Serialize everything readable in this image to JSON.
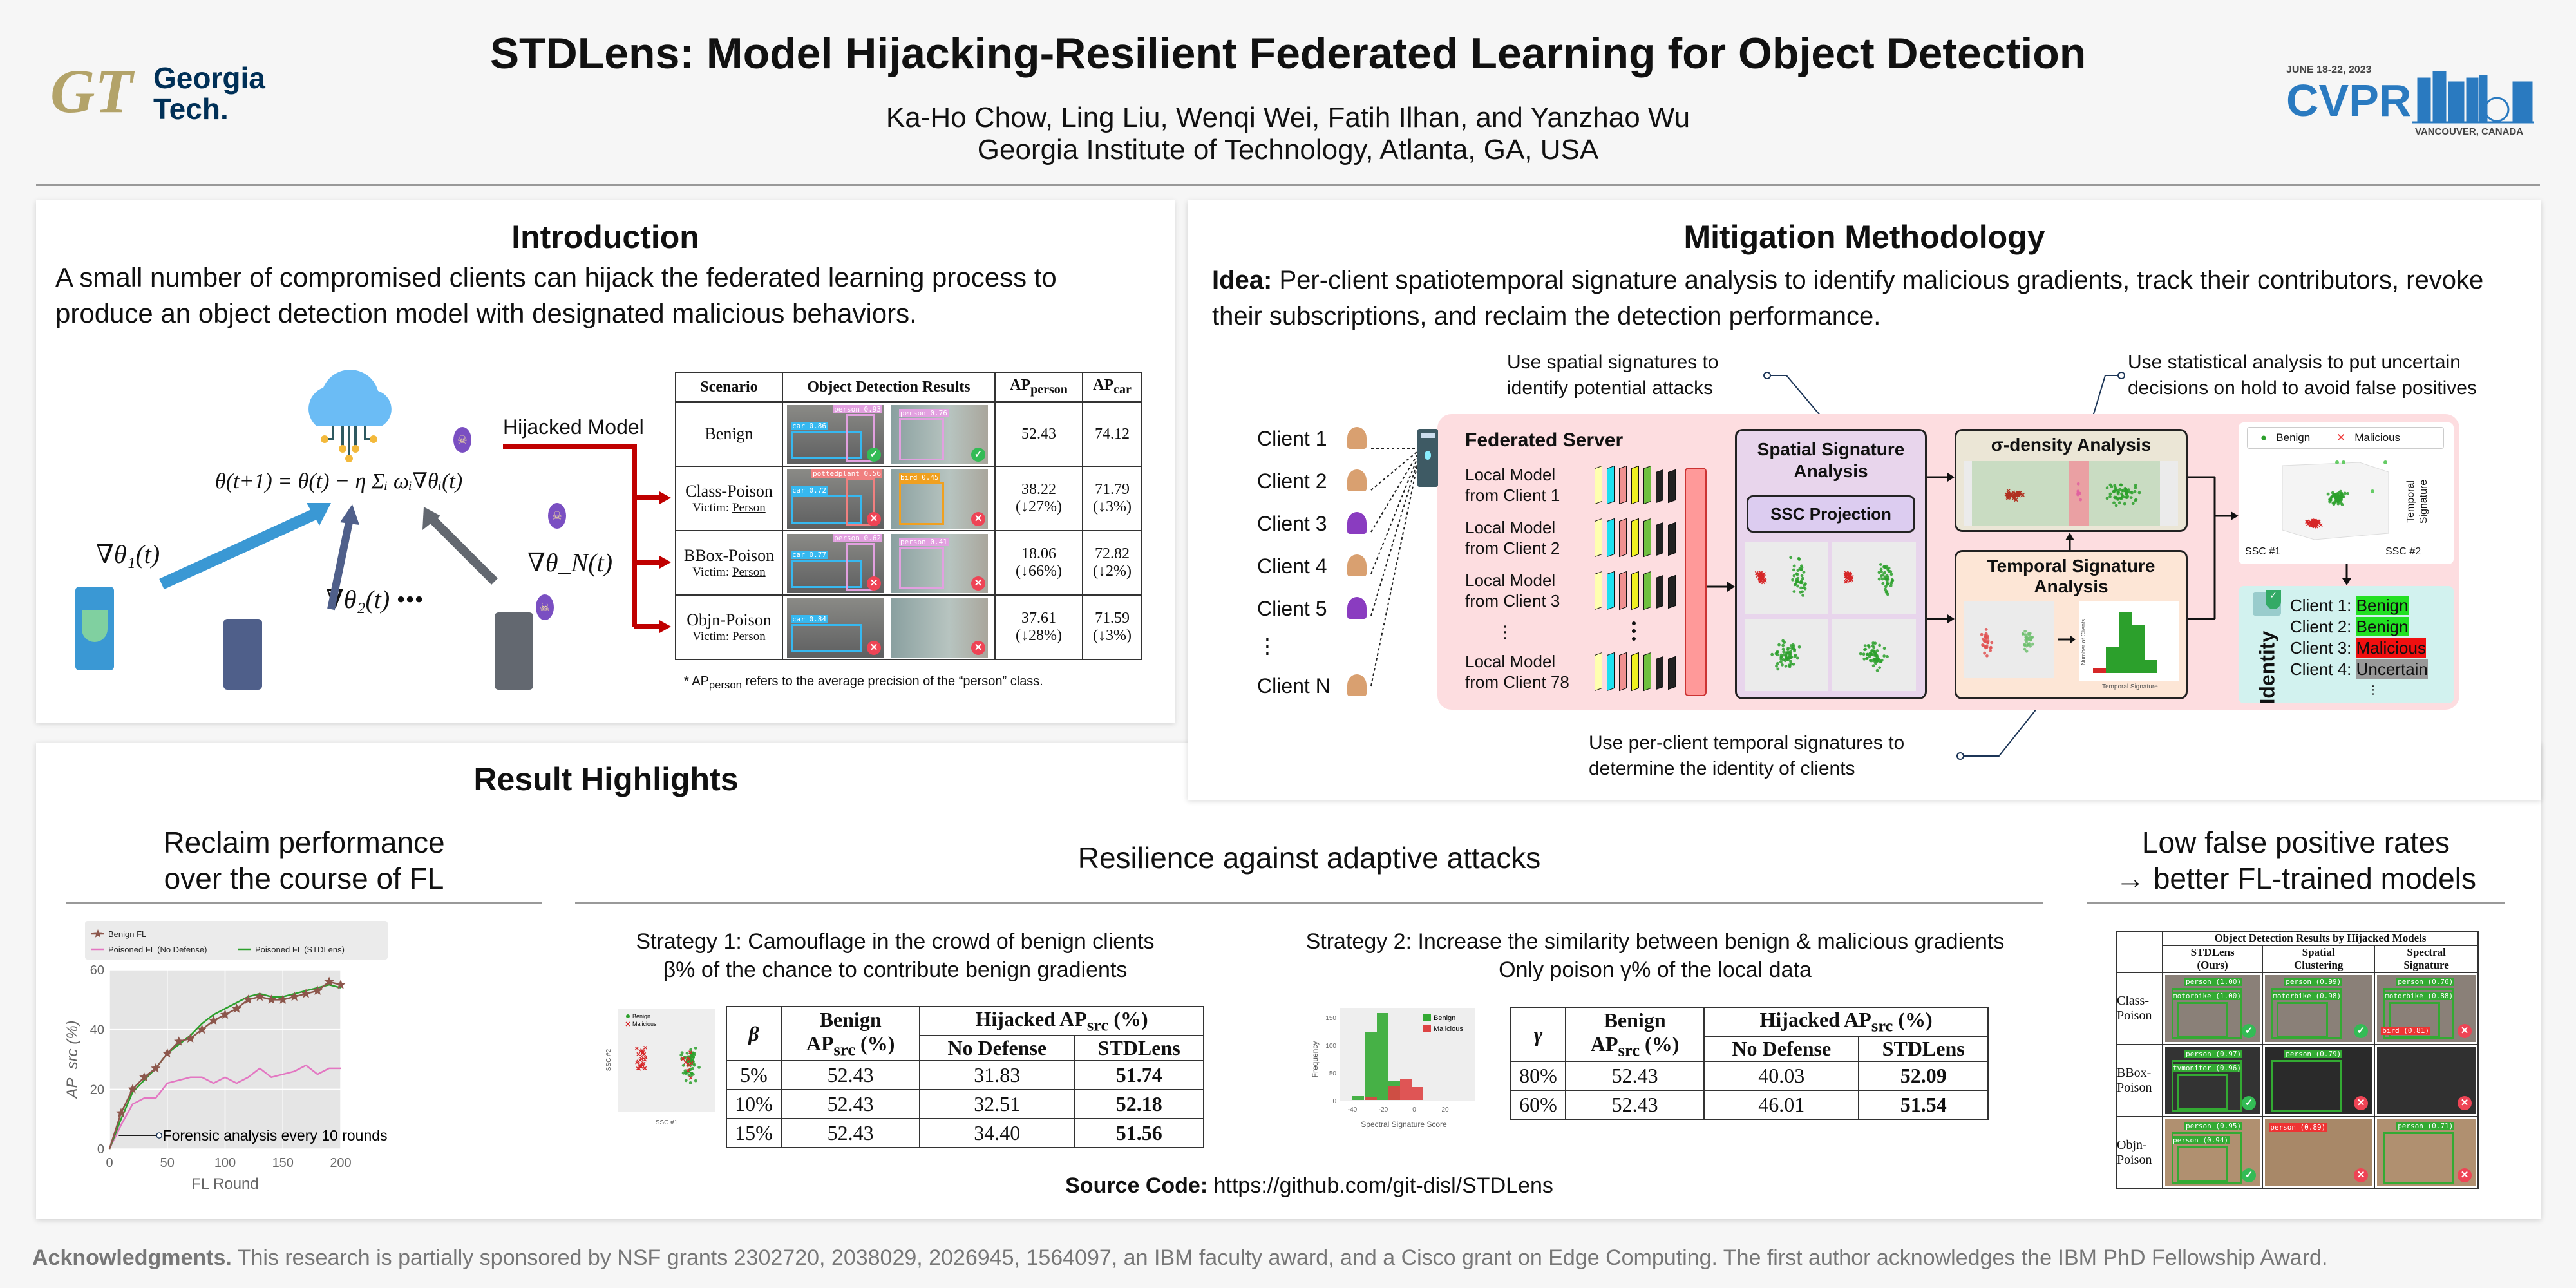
{
  "header": {
    "title": "STDLens: Model Hijacking-Resilient Federated Learning for Object Detection",
    "authors": "Ka-Ho Chow, Ling Liu, Wenqi Wei, Fatih Ilhan, and Yanzhao Wu",
    "affiliation": "Georgia Institute of Technology, Atlanta, GA, USA",
    "logo_left": {
      "mark": "GT",
      "line1": "Georgia",
      "line2": "Tech."
    },
    "logo_right": {
      "date": "JUNE 18-22, 2023",
      "name": "CVPR",
      "place": "VANCOUVER, CANADA"
    }
  },
  "intro": {
    "title": "Introduction",
    "text": "A small number of compromised clients can hijack the federated learning process to produce an object detection model with designated malicious behaviors.",
    "formula": "θ(t+1) = θ(t) − η Σᵢ ωᵢ∇θᵢ(t)",
    "grad1": "∇θ₁(t)",
    "grad2": "∇θ₂(t) •••",
    "gradN": "∇θ_N(t)",
    "hijacked_label": "Hijacked Model",
    "table": {
      "headers": [
        "Scenario",
        "Object Detection Results",
        "AP",
        "person",
        "AP",
        "car"
      ],
      "rows": [
        {
          "scenario": "Benign",
          "victim": "",
          "victim_value": "",
          "ap_person": "52.43",
          "ap_person_delta": "",
          "ap_car": "74.12",
          "ap_car_delta": "",
          "labels": [
            "car 0.86",
            "person 0.93",
            "person 0.76"
          ],
          "ok": true
        },
        {
          "scenario": "Class-Poison",
          "victim": "Victim: ",
          "victim_value": "Person",
          "ap_person": "38.22",
          "ap_person_delta": "(↓27%)",
          "ap_car": "71.79",
          "ap_car_delta": "(↓3%)",
          "labels": [
            "car 0.72",
            "pottedplant 0.56",
            "bird 0.45"
          ],
          "ok": false
        },
        {
          "scenario": "BBox-Poison",
          "victim": "Victim: ",
          "victim_value": "Person",
          "ap_person": "18.06",
          "ap_person_delta": "(↓66%)",
          "ap_car": "72.82",
          "ap_car_delta": "(↓2%)",
          "labels": [
            "car 0.77",
            "person 0.62",
            "person 0.41"
          ],
          "ok": false
        },
        {
          "scenario": "Objn-Poison",
          "victim": "Victim: ",
          "victim_value": "Person",
          "ap_person": "37.61",
          "ap_person_delta": "(↓28%)",
          "ap_car": "71.59",
          "ap_car_delta": "(↓3%)",
          "labels": [
            "car 0.84",
            "",
            ""
          ],
          "ok": false
        }
      ],
      "footnote_pre": "* AP",
      "footnote_sub": "person",
      "footnote_post": " refers to the average precision of the “person” class."
    }
  },
  "mitigation": {
    "title": "Mitigation Methodology",
    "idea_label": "Idea:",
    "idea_text": " Per-client spatiotemporal signature analysis to identify malicious gradients, track their contributors, revoke their subscriptions, and reclaim the detection performance.",
    "note_spatial": [
      "Use spatial signatures to",
      "identify potential attacks"
    ],
    "note_statistical": [
      "Use statistical analysis to put uncertain",
      "decisions on hold to avoid false positives"
    ],
    "note_temporal": [
      "Use per-client temporal signatures to",
      "determine the identity of clients"
    ],
    "clients": [
      "Client 1",
      "Client 2",
      "Client 3",
      "Client 4",
      "Client 5",
      "⋮",
      "Client N"
    ],
    "server_title": "Federated Server",
    "local_models": [
      "Local Model\nfrom Client 1",
      "Local Model\nfrom Client 2",
      "Local Model\nfrom Client 3",
      "⋮",
      "Local Model\nfrom Client 78"
    ],
    "spatial_title": "Spatial Signature Analysis",
    "ssc": "SSC Projection",
    "sigma_title": "σ-density Analysis",
    "temporal_title": "Temporal Signature Analysis",
    "hist_xlabel": "Temporal Signature",
    "hist_ylabel": "Number of Clients",
    "plot3d": {
      "legend": [
        "Benign",
        "Malicious"
      ],
      "xlabel": "SSC #1",
      "ylabel": "SSC #2",
      "zlabel": "Temporal Signature"
    },
    "identity": {
      "title": "Identity",
      "items": [
        {
          "client": "Client 1: ",
          "status": "Benign",
          "color": "#22e022"
        },
        {
          "client": "Client 2: ",
          "status": "Benign",
          "color": "#22e022"
        },
        {
          "client": "Client 3: ",
          "status": "Malicious",
          "color": "#f01010"
        },
        {
          "client": "Client 4: ",
          "status": "Uncertain",
          "color": "#999999"
        }
      ],
      "more": "⋮"
    }
  },
  "results": {
    "title": "Result Highlights",
    "left_heading": [
      "Reclaim performance",
      "over the course of FL"
    ],
    "mid_heading": "Resilience against adaptive attacks",
    "right_heading": [
      "Low false positive rates",
      "→ better FL-trained models"
    ],
    "strategy1": [
      "Strategy 1: Camouflage in the crowd of benign clients",
      "β% of the chance to contribute benign gradients"
    ],
    "strategy2": [
      "Strategy 2: Increase the similarity between benign & malicious gradients",
      "Only poison γ% of the local data"
    ],
    "scatter1": {
      "legend": [
        "Benign",
        "Malicious"
      ],
      "xlabel": "SSC #1",
      "ylabel": "SSC #2"
    },
    "hist2": {
      "legend": [
        "Benign",
        "Malicious"
      ],
      "xlabel": "Spectral Signature Score",
      "ylabel": "Frequency",
      "xticks": [
        "-40",
        "-20",
        "0",
        "20"
      ],
      "yticks": [
        "0",
        "50",
        "100",
        "150"
      ]
    },
    "table1": {
      "param": "β",
      "benign": "Benign",
      "ap": "AP",
      "src": "src",
      "pct": " (%)",
      "hijacked": "Hijacked AP",
      "no_def": "No Defense",
      "stdlens": "STDLens",
      "rows": [
        [
          "5%",
          "52.43",
          "31.83",
          "51.74"
        ],
        [
          "10%",
          "52.43",
          "32.51",
          "52.18"
        ],
        [
          "15%",
          "52.43",
          "34.40",
          "51.56"
        ]
      ]
    },
    "table2": {
      "param": "γ",
      "rows": [
        [
          "80%",
          "52.43",
          "40.03",
          "52.09"
        ],
        [
          "60%",
          "52.43",
          "46.01",
          "51.54"
        ]
      ]
    },
    "source_label": "Source Code:",
    "source_url": " https://github.com/git-disl/STDLens",
    "table3": {
      "title": "Object Detection Results by Hijacked Models",
      "cols": [
        "STDLens\n(Ours)",
        "Spatial\nClustering",
        "Spectral\nSignature"
      ],
      "rows": [
        {
          "name": "Class-\nPoison",
          "cells": [
            {
              "labels": [
                "person (1.00)",
                "motorbike (1.00)"
              ],
              "ok": true,
              "red": ""
            },
            {
              "labels": [
                "person (0.99)",
                "motorbike (0.98)"
              ],
              "ok": true,
              "red": ""
            },
            {
              "labels": [
                "person (0.76)",
                "motorbike (0.88)"
              ],
              "ok": false,
              "red": "bird (0.81)"
            }
          ]
        },
        {
          "name": "BBox-\nPoison",
          "cells": [
            {
              "labels": [
                "person (0.97)",
                "tvmonitor (0.96)"
              ],
              "ok": true,
              "red": ""
            },
            {
              "labels": [
                "person (0.79)"
              ],
              "ok": false,
              "red": ""
            },
            {
              "labels": [],
              "ok": false,
              "red": ""
            }
          ]
        },
        {
          "name": "Objn-\nPoison",
          "cells": [
            {
              "labels": [
                "person (0.95)",
                "person (0.94)"
              ],
              "ok": true,
              "red": ""
            },
            {
              "labels": [],
              "ok": false,
              "red": "person (0.89)"
            },
            {
              "labels": [
                "person (0.71)"
              ],
              "ok": false,
              "red": ""
            }
          ]
        }
      ]
    }
  },
  "chart_data": {
    "type": "line",
    "xlabel": "FL Round",
    "ylabel": "AP_src (%)",
    "xlim": [
      0,
      200
    ],
    "ylim": [
      0,
      60
    ],
    "xticks": [
      0,
      50,
      100,
      150,
      200
    ],
    "yticks": [
      0,
      20,
      40,
      60
    ],
    "grid": true,
    "legend_position": "top",
    "x": [
      0,
      10,
      20,
      30,
      40,
      50,
      60,
      70,
      80,
      90,
      100,
      110,
      120,
      130,
      140,
      150,
      160,
      170,
      180,
      190,
      200
    ],
    "series": [
      {
        "name": "Benign FL",
        "color": "#8c564b",
        "marker": "star",
        "values": [
          0,
          12,
          20,
          24,
          27,
          32,
          36,
          37,
          40,
          43,
          45,
          47,
          50,
          51,
          50,
          50,
          51,
          52,
          53,
          56,
          55
        ]
      },
      {
        "name": "Poisoned FL (No Defense)",
        "color": "#e377c2",
        "values": [
          0,
          8,
          15,
          17,
          17,
          22,
          23,
          24,
          24,
          22,
          24,
          22,
          24,
          27,
          24,
          25,
          26,
          28,
          25,
          27,
          27
        ]
      },
      {
        "name": "Poisoned FL (STDLens)",
        "color": "#2ca02c",
        "values": [
          0,
          10,
          19,
          23,
          27,
          32,
          35,
          38,
          42,
          45,
          47,
          49,
          51,
          52,
          51,
          51,
          52,
          53,
          54,
          55,
          54
        ]
      }
    ],
    "annotation": "Forensic analysis every 10 rounds"
  },
  "footer": {
    "label": "Acknowledgments.",
    "text": " This research is partially sponsored by NSF grants 2302720, 2038029, 2026945, 1564097, an IBM faculty award, and a Cisco grant on Edge Computing. The first author acknowledges the IBM PhD Fellowship Award."
  }
}
